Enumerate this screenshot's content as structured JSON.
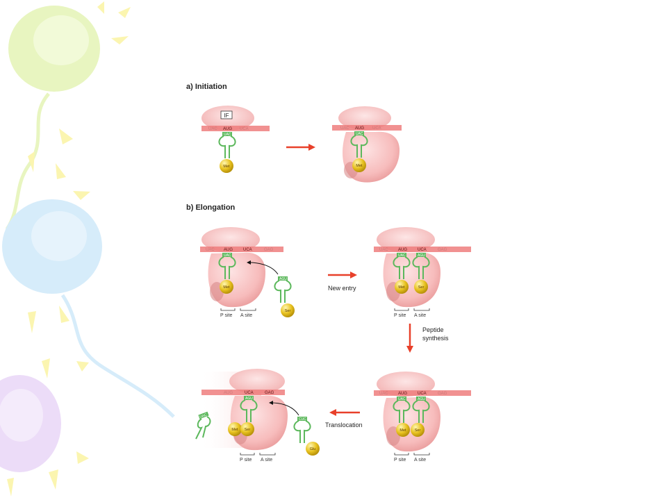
{
  "colors": {
    "ribosome_light": "#f9c8c8",
    "ribosome_dark": "#e89a9a",
    "mrna": "#ef7e7e",
    "trna_green": "#5cb85c",
    "amino_acid_gold": "#e6c11c",
    "arrow_red": "#e8402a",
    "balloon_green": "#e8f5c0",
    "balloon_blue": "#d6ecfa",
    "balloon_purple": "#ecdcf8",
    "ray_yellow": "#fbf5b0"
  },
  "panel_a": {
    "title": "a) Initiation",
    "factor_label": "IF",
    "left": {
      "codons": [
        "UAC",
        "AUG",
        "UCA"
      ],
      "anticodon": "UAC",
      "amino_acid": "Met"
    },
    "right": {
      "codons": [
        "UAC",
        "AUG",
        "UCA"
      ],
      "anticodon": "UAC",
      "amino_acid": "Met"
    }
  },
  "panel_b": {
    "title": "b) Elongation",
    "site_labels": {
      "p": "P site",
      "a": "A site"
    },
    "step1": {
      "codons": [
        "UAC",
        "AUG",
        "UCA",
        "GAG"
      ],
      "p_anticodon": "UAC",
      "p_amino_acid": "Met",
      "incoming_anticodon": "AGU",
      "incoming_amino_acid": "Ser"
    },
    "arrow_new_entry": "New entry",
    "step2": {
      "codons": [
        "UAC",
        "AUG",
        "UCA",
        "GAG"
      ],
      "p_anticodon": "UAC",
      "p_amino_acid": "Met",
      "a_anticodon": "AGU",
      "a_amino_acid": "Ser"
    },
    "arrow_peptide": [
      "Peptide",
      "synthesis"
    ],
    "step3": {
      "codons": [
        "UAC",
        "AUG",
        "UCA",
        "GAG"
      ],
      "p_anticodon": "UAC",
      "p_amino_acid": "Met",
      "a_anticodon": "AGU",
      "a_amino_acid": "Ser"
    },
    "arrow_translocation": "Translocation",
    "step4": {
      "codons": [
        "AUG",
        "UCA",
        "GAG"
      ],
      "exiting_anticodon": "UAC",
      "p_anticodon": "AGU",
      "p_amino_acids": [
        "Met",
        "Ser"
      ],
      "incoming_anticodon": "CUC",
      "incoming_amino_acid": "Glu"
    }
  }
}
